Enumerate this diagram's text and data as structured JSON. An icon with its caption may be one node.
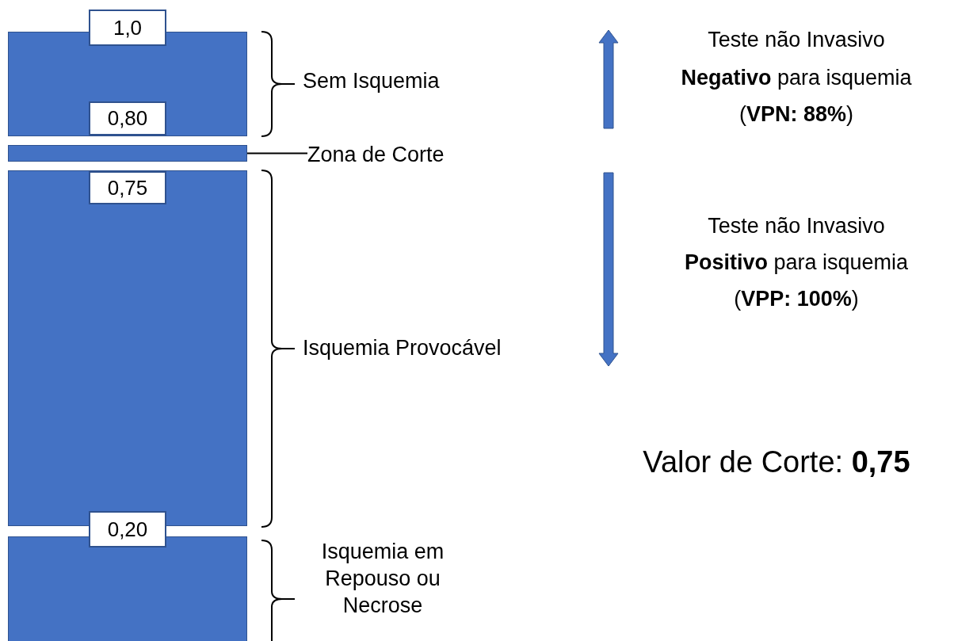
{
  "diagram": {
    "nodes": [
      {
        "text": [],
        "shape": "bar"
      },
      {
        "text": [
          "1,0"
        ]
      },
      {
        "text": [
          "0,80"
        ],
        "in": 0
      },
      {
        "text": [],
        "shape": "bar"
      },
      {
        "text": [
          "Zona de Corte"
        ]
      },
      {
        "text": [],
        "shape": "bar"
      },
      {
        "text": [
          "0,75"
        ],
        "in": 5
      },
      {
        "text": [
          "0,20"
        ]
      },
      {
        "text": [],
        "shape": "bar"
      }
    ],
    "edges": [
      {
        "from": 4,
        "to": 3,
        "arrow": "none"
      }
    ],
    "labels": [
      "Sem Isquemia",
      "Isquemia Provocável",
      "Isquemia em Repouso ou Necrose",
      "Teste não Invasivo",
      "**Negativo** para isquemia",
      "(**VPN: 88%**)",
      "Teste não Invasivo",
      "**Positivo** para isquemia",
      "(**VPP: 100%**)",
      "Valor de Corte: **0,75**"
    ]
  }
}
